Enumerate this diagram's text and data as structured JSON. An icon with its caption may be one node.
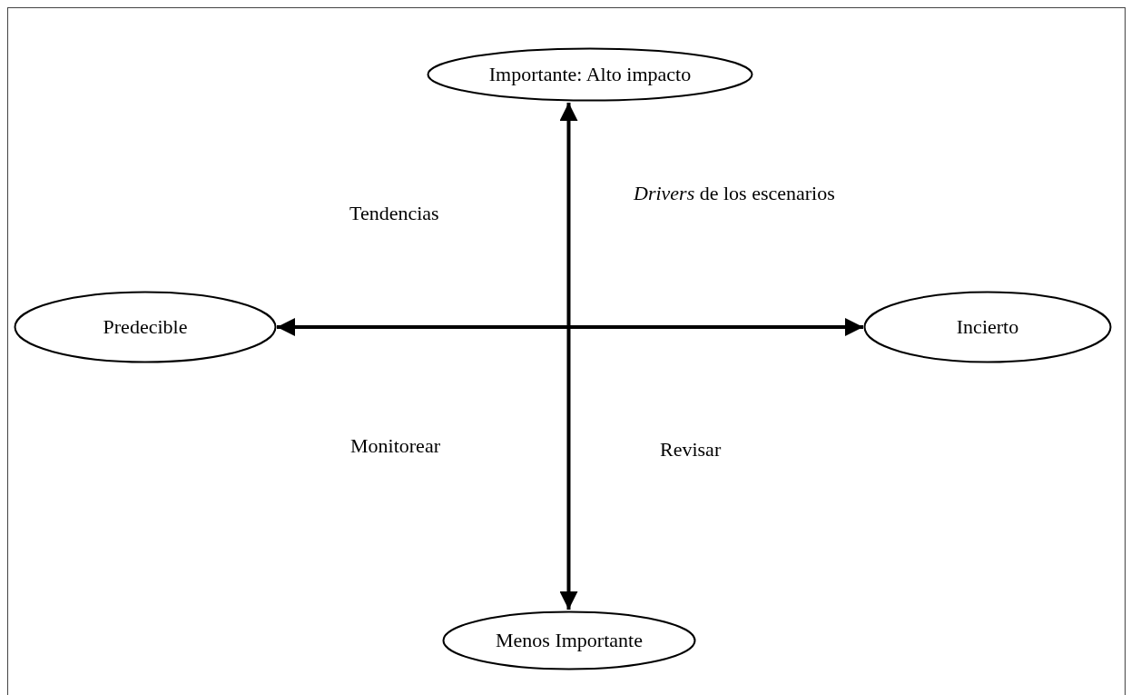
{
  "diagram": {
    "nodes": [
      {
        "text": [
          "Importante: Alto impacto"
        ]
      },
      {
        "text": [
          "Predecible"
        ]
      },
      {
        "text": [
          "Incierto"
        ]
      },
      {
        "text": [
          "Menos Importante"
        ]
      }
    ],
    "edges": [
      {
        "from": 0,
        "to": 3,
        "arrow": "both"
      },
      {
        "from": 1,
        "to": 2,
        "arrow": "both"
      }
    ],
    "labels": [
      "*Drivers* de los escenarios",
      "Tendencias",
      "Monitorear",
      "Revisar"
    ]
  }
}
